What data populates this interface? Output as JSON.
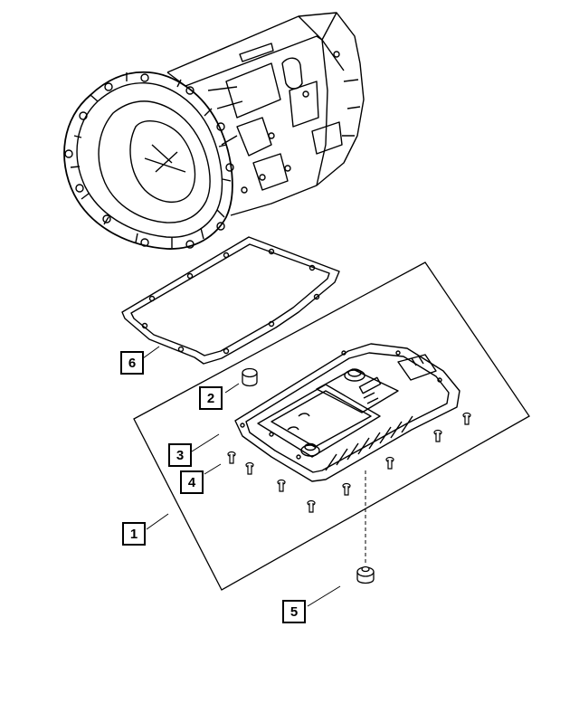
{
  "diagram": {
    "callouts": [
      {
        "id": "1",
        "label": "1"
      },
      {
        "id": "2",
        "label": "2"
      },
      {
        "id": "3",
        "label": "3"
      },
      {
        "id": "4",
        "label": "4"
      },
      {
        "id": "5",
        "label": "5"
      },
      {
        "id": "6",
        "label": "6"
      }
    ],
    "line_color": "#000000",
    "background_color": "#ffffff"
  }
}
